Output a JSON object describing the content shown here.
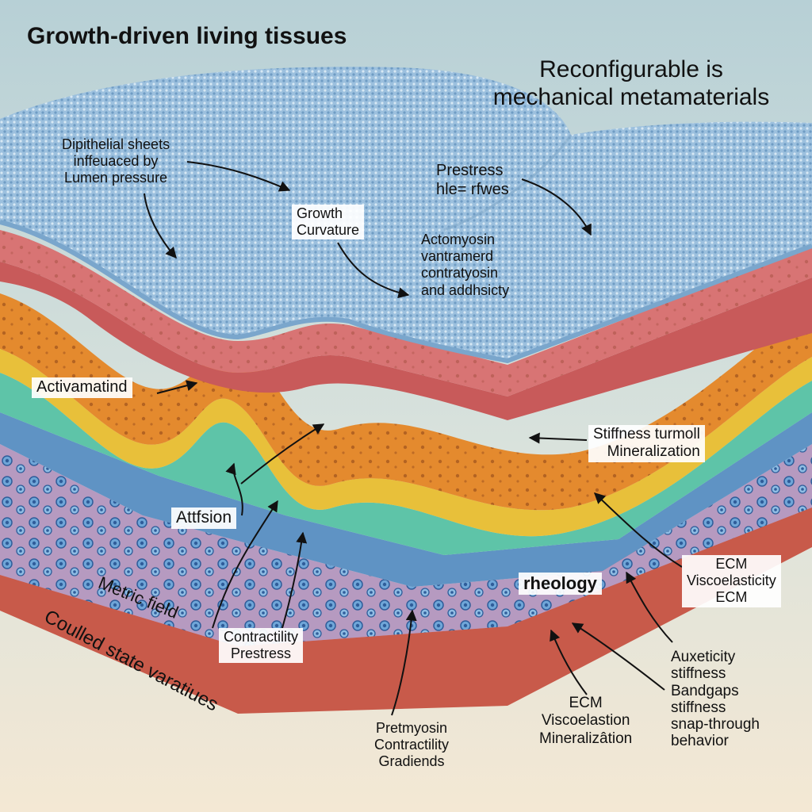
{
  "title_left": "Growth-driven living tissues",
  "title_right": [
    "Reconfigurable is",
    "mechanical metamaterials"
  ],
  "labels": {
    "epithelial": [
      "Dipithelial sheets",
      "inffeuaced by",
      "Lumen pressure"
    ],
    "growth": [
      "Growth",
      "Curvature"
    ],
    "prestress": [
      "Prestress",
      "hle= rfwes"
    ],
    "actomyosin": [
      "Actomyosin",
      "vantramerd",
      "contratyosin",
      "and addhsicty"
    ],
    "activamatind": "Activamatind",
    "stiffness": [
      "Stiffness turmoll",
      "Mineralization"
    ],
    "attfsion": "Attfsion",
    "ecm_visco": [
      "ECM",
      "Viscoelasticity",
      "ECM"
    ],
    "rheology": "rheology",
    "metric_field": "Metric field",
    "coulled": "Coulled state varatiues",
    "contractility": [
      "Contractility",
      "Prestress"
    ],
    "auxeticity": [
      "Auxeticity",
      "stiffness",
      "Bandgaps",
      "stiffness",
      "snap-through",
      "behavior"
    ],
    "ecm_bottom": [
      "ECM",
      "Viscoelastion",
      "Mineralizâtion"
    ],
    "pretmyosin": [
      "Pretmyosin",
      "Contractility",
      "Gradiends"
    ]
  },
  "colors": {
    "background_top": "#b7d0d6",
    "background_bottom": "#f4e8d4",
    "epithelial_blue": "#8fb6d6",
    "red_layer": "#d26a6a",
    "orange_layer": "#e48a2e",
    "yellow_layer": "#e8c03a",
    "teal_layer": "#5ec4a8",
    "blue_layer": "#5f93c4",
    "purple_layer": "#b69ac0",
    "base_red": "#c85a4a"
  }
}
